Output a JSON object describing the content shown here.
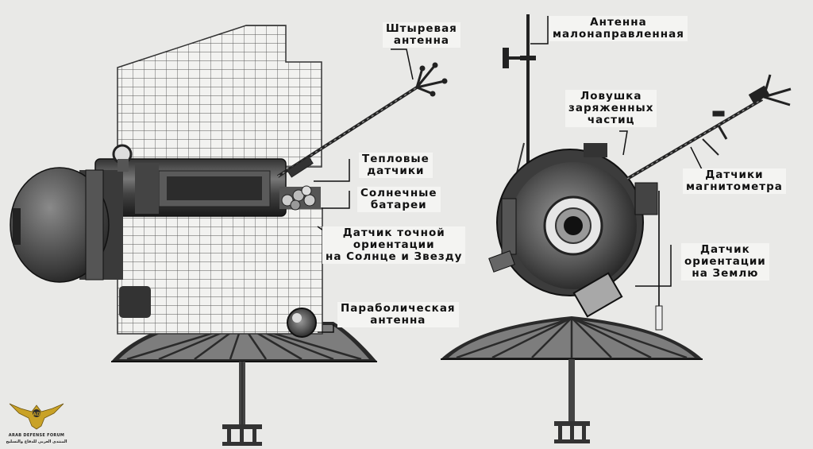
{
  "labels": {
    "whip_antenna": [
      "Штыревая",
      "антенна"
    ],
    "thermal_sensors": [
      "Тепловые",
      "датчики"
    ],
    "solar_batteries": [
      "Солнечные",
      "батареи"
    ],
    "sun_star_sensor": [
      "Датчик точной",
      "ориентации",
      "на Солнце и Звезду"
    ],
    "parabolic_antenna": [
      "Параболическая",
      "антенна"
    ],
    "low_directional_antenna": [
      "Антенна",
      "малонаправленная"
    ],
    "charged_particle_trap": [
      "Ловушка",
      "заряженных",
      "частиц"
    ],
    "magnetometer_sensors": [
      "Датчики",
      "магнитометра"
    ],
    "earth_sensor": [
      "Датчик",
      "ориентации",
      "на Землю"
    ]
  },
  "watermark": {
    "emblem": "eagle-emblem",
    "line1": "ARAB DEFENSE FORUM",
    "line2": "المنتدى العربي للدفاع والتسليح"
  },
  "colors": {
    "background": "#e9e9e7",
    "ink": "#1a1a1a",
    "label_bg": "#f4f4f2",
    "gold": "#c9a227"
  }
}
